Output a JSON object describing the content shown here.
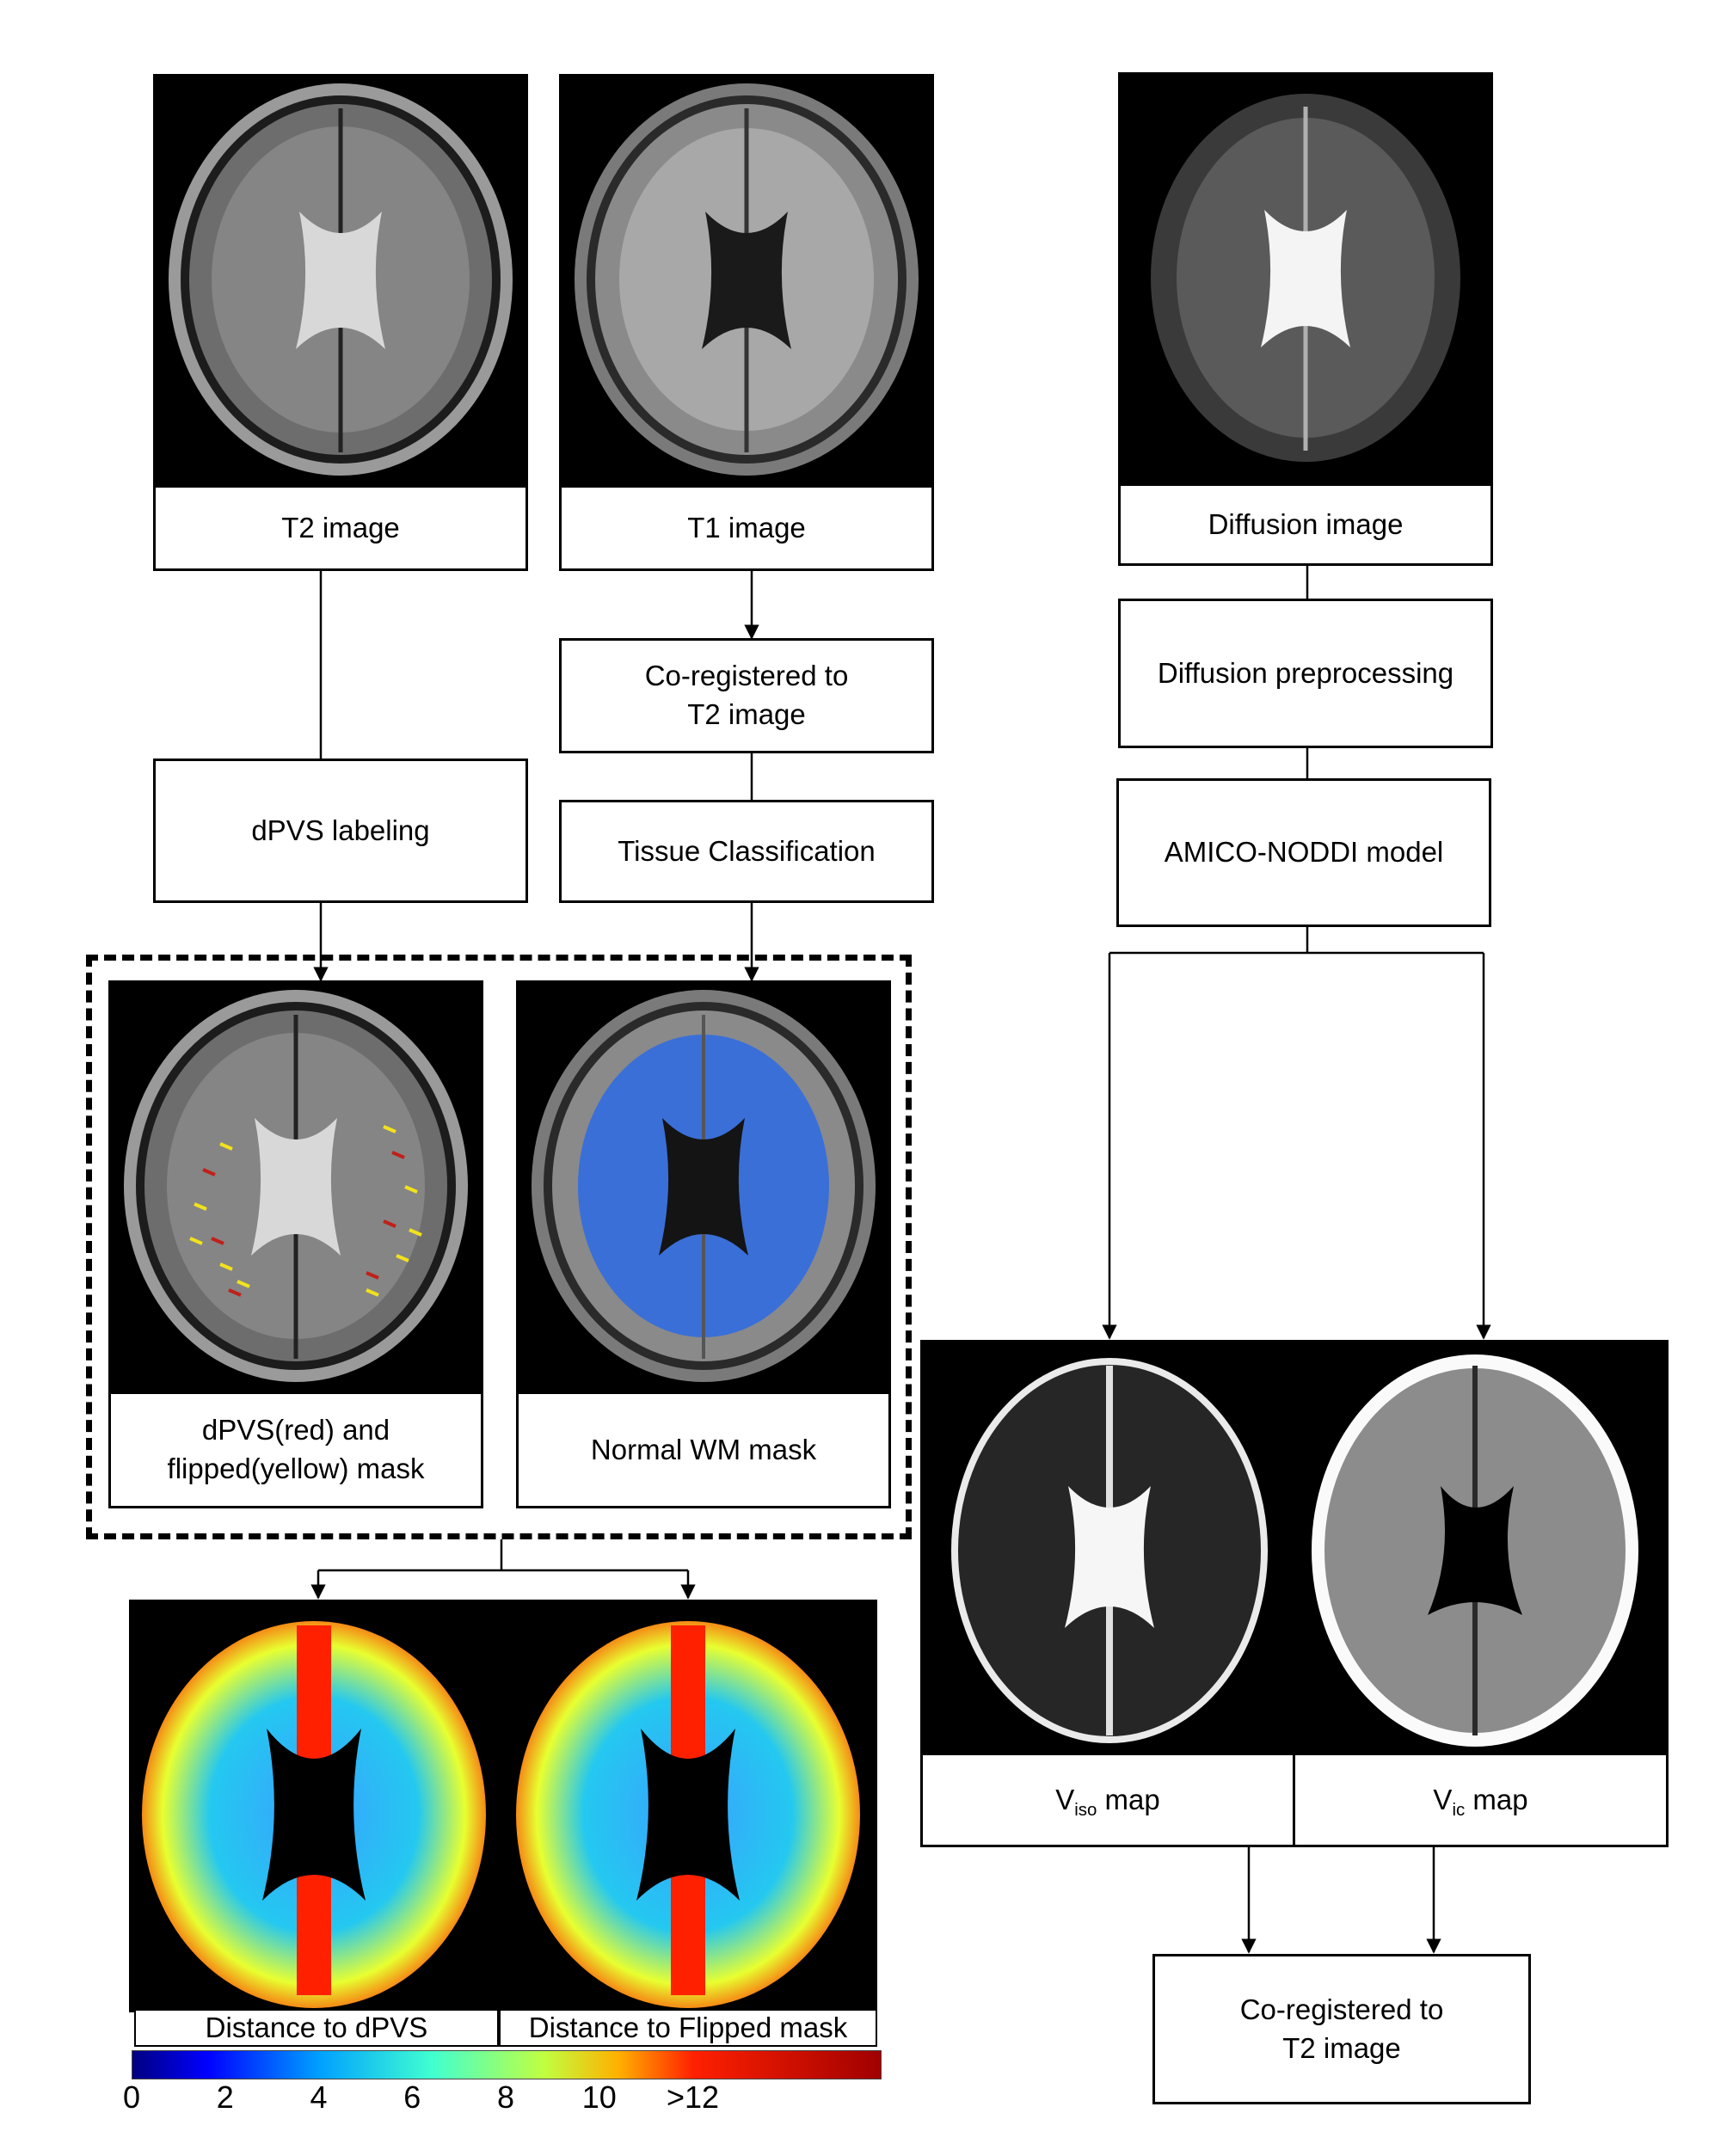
{
  "inputs": {
    "t2": "T2 image",
    "t1": "T1 image",
    "diffusion": "Diffusion image"
  },
  "steps": {
    "coreg_t1": [
      "Co-registered to",
      "T2 image"
    ],
    "tissue": "Tissue Classification",
    "dpvs_labeling": "dPVS labeling",
    "diff_preproc": "Diffusion preprocessing",
    "amico": "AMICO-NODDI model",
    "coreg_maps": [
      "Co-registered to",
      "T2 image"
    ]
  },
  "masks": {
    "dpvs": [
      "dPVS(red)  and",
      "flipped(yellow)  mask"
    ],
    "wm": "Normal WM mask"
  },
  "maps": {
    "viso": {
      "main": "V",
      "sub": "iso",
      "rest": " map"
    },
    "vic": {
      "main": "V",
      "sub": "ic",
      "rest": " map"
    }
  },
  "distance": {
    "left": "Distance to dPVS",
    "right": "Distance to Flipped  mask"
  },
  "colorbar": {
    "ticks": [
      "0",
      "2",
      "4",
      "6",
      "8",
      "10",
      ">12"
    ],
    "values": [
      0,
      2,
      4,
      6,
      8,
      10,
      12
    ],
    "max": 16
  },
  "colors": {
    "wm_overlay": "#3a6fd8",
    "dpvs": "#c0201a",
    "flipped": "#f2e21c"
  }
}
